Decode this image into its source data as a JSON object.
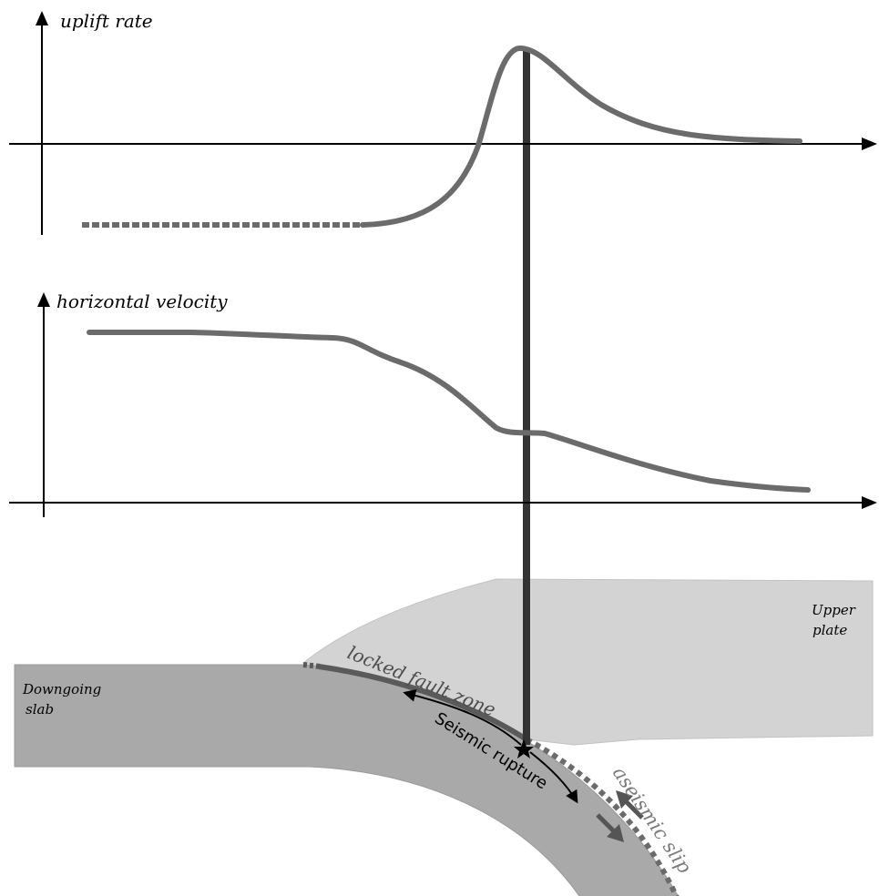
{
  "labels": {
    "uplift_rate": "uplift rate",
    "horizontal_velocity": "horizontal velocity",
    "upper_plate_line1": "Upper",
    "upper_plate_line2": "plate",
    "downgoing_line1": "Downgoing",
    "downgoing_line2": "slab",
    "locked_fault_zone": "locked fault zone",
    "seismic_rupture": "Seismic rupture",
    "aseismic_slip": "aseismic slip"
  },
  "colors": {
    "upper_plate": "#d3d3d3",
    "slab": "#a9a9a9",
    "curve": "#6b6b6b",
    "axis": "#000000",
    "locked_fault": "#5a5a5a",
    "vertical_line": "#333333"
  }
}
